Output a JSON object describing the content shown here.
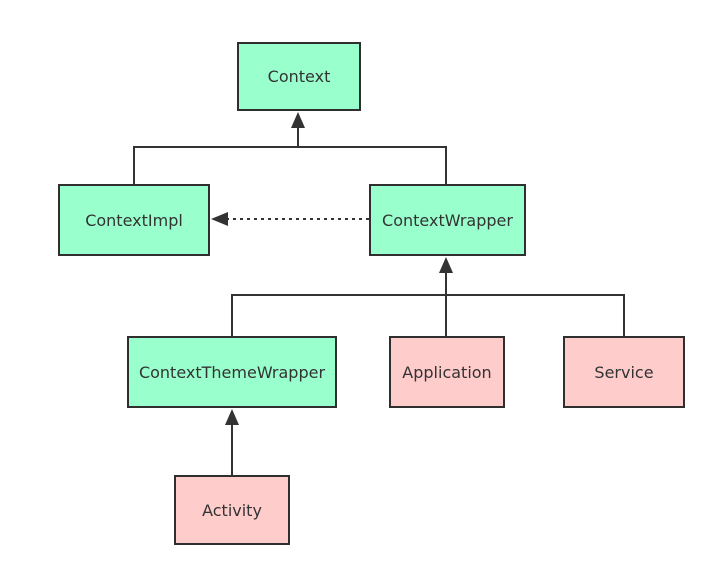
{
  "colors": {
    "green_fill": "#99ffcc",
    "pink_fill": "#ffcccc",
    "line": "#333333"
  },
  "nodes": {
    "context": {
      "label": "Context",
      "fill": "green"
    },
    "contextimpl": {
      "label": "ContextImpl",
      "fill": "green"
    },
    "contextwrapper": {
      "label": "ContextWrapper",
      "fill": "green"
    },
    "contextthemewrapper": {
      "label": "ContextThemeWrapper",
      "fill": "green"
    },
    "application": {
      "label": "Application",
      "fill": "pink"
    },
    "service": {
      "label": "Service",
      "fill": "pink"
    },
    "activity": {
      "label": "Activity",
      "fill": "pink"
    }
  },
  "edges": [
    {
      "from": "contextimpl",
      "to": "context",
      "style": "solid",
      "arrow": "filled-triangle"
    },
    {
      "from": "contextwrapper",
      "to": "context",
      "style": "solid",
      "arrow": "filled-triangle"
    },
    {
      "from": "contextwrapper",
      "to": "contextimpl",
      "style": "dotted",
      "arrow": "filled-triangle"
    },
    {
      "from": "contextthemewrapper",
      "to": "contextwrapper",
      "style": "solid",
      "arrow": "filled-triangle"
    },
    {
      "from": "application",
      "to": "contextwrapper",
      "style": "solid",
      "arrow": "filled-triangle"
    },
    {
      "from": "service",
      "to": "contextwrapper",
      "style": "solid",
      "arrow": "filled-triangle"
    },
    {
      "from": "activity",
      "to": "contextthemewrapper",
      "style": "solid",
      "arrow": "filled-triangle"
    }
  ]
}
